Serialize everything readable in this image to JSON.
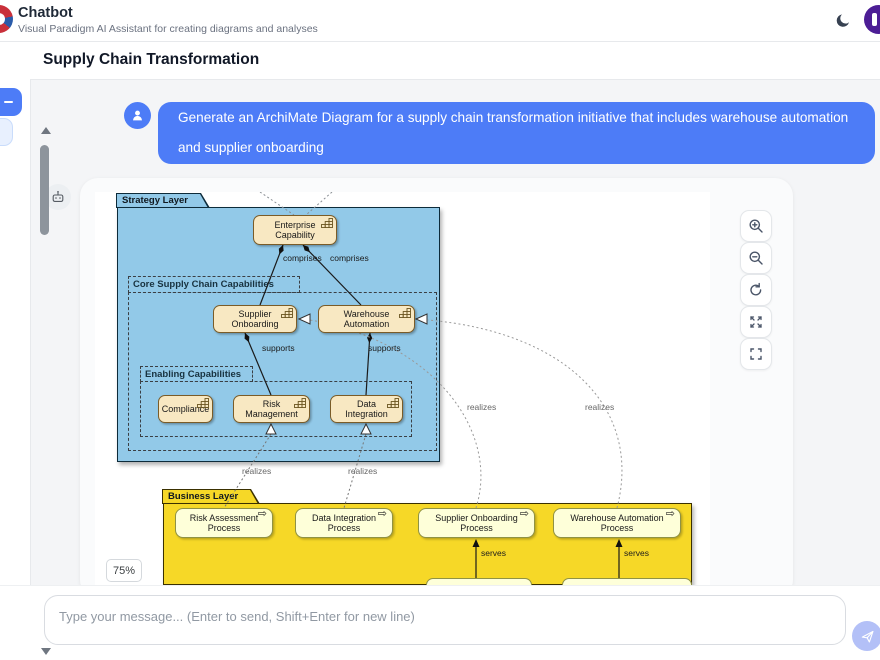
{
  "header": {
    "app_title": "Chatbot",
    "app_subtitle": "Visual Paradigm AI Assistant for creating diagrams and analyses"
  },
  "page": {
    "title": "Supply Chain Transformation"
  },
  "chat": {
    "user_message": "Generate an ArchiMate Diagram for a supply chain transformation initiative that includes warehouse automation and supplier onboarding"
  },
  "diagram": {
    "zoom_level": "75%",
    "strategy_layer": {
      "title": "Strategy Layer",
      "groups": {
        "core": "Core Supply Chain Capabilities",
        "enabling": "Enabling Capabilities"
      },
      "nodes": {
        "enterprise_capability": "Enterprise Capability",
        "supplier_onboarding": "Supplier Onboarding",
        "warehouse_automation": "Warehouse Automation",
        "compliance": "Compliance",
        "risk_management": "Risk Management",
        "data_integration": "Data Integration"
      }
    },
    "business_layer": {
      "title": "Business Layer",
      "processes": [
        "Risk Assessment Process",
        "Data Integration Process",
        "Supplier Onboarding Process",
        "Warehouse Automation Process"
      ]
    },
    "edge_labels": {
      "comprises": "comprises",
      "supports": "supports",
      "realizes": "realizes",
      "serves": "serves"
    }
  },
  "composer": {
    "placeholder": "Type your message... (Enter to send, Shift+Enter for new line)"
  },
  "icons": {
    "process_arrow": "⇨"
  },
  "colors": {
    "accent_blue": "#4d7cf7",
    "user_bubble": "#4d7cf7",
    "strategy_fill": "#92c9e8",
    "business_fill": "#f6d827",
    "node_fill": "#f8e8c2",
    "process_fill": "#feffd9",
    "avatar_purple": "#4c1d95",
    "send_button": "#b3c0f7"
  }
}
